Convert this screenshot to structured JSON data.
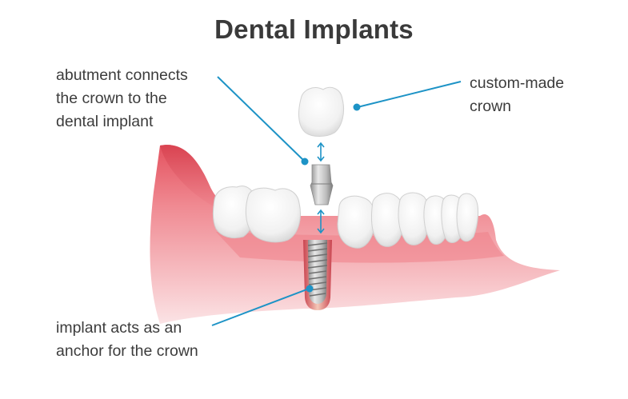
{
  "title": "Dental Implants",
  "callouts": {
    "abutment": "abutment connects\nthe crown to the\ndental implant",
    "crown": "custom-made\ncrown",
    "implant": "implant acts as an\nanchor for the crown"
  },
  "colors": {
    "leader_line": "#1d93c6",
    "gum": "#f2a2a8",
    "gum_dark": "#e5626c",
    "tooth": "#f7f7f7",
    "metal": "#b9b9b9",
    "title": "#3a3a3a"
  }
}
